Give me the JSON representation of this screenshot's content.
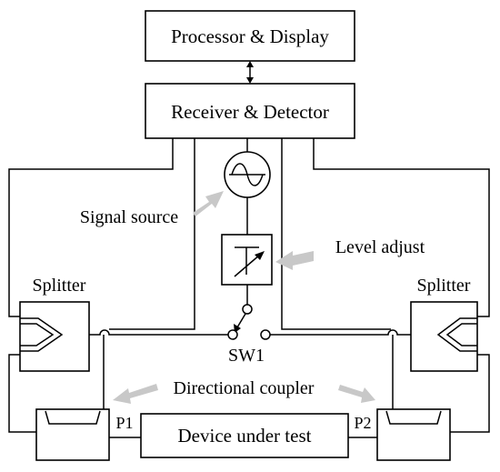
{
  "blocks": {
    "processor": "Processor & Display",
    "receiver": "Receiver & Detector",
    "dut": "Device under test"
  },
  "labels": {
    "signal_source": "Signal source",
    "level_adjust": "Level adjust",
    "splitter_left": "Splitter",
    "splitter_right": "Splitter",
    "switch": "SW1",
    "coupler": "Directional coupler",
    "port1": "P1",
    "port2": "P2"
  }
}
